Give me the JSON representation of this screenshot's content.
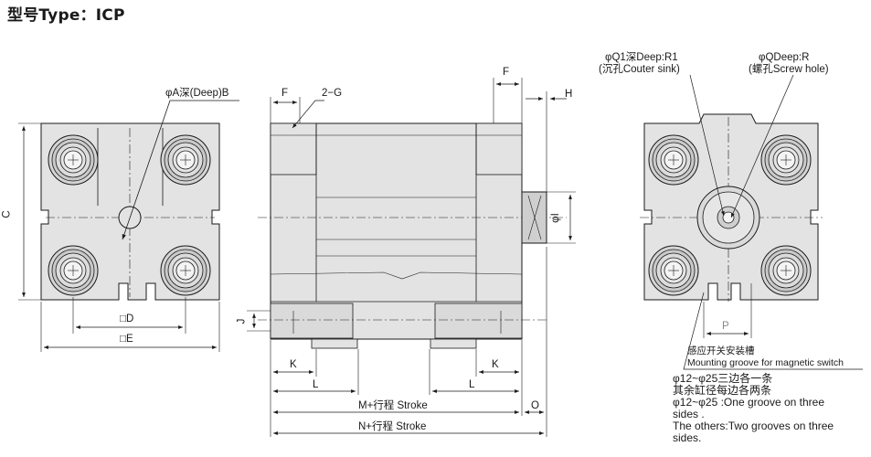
{
  "title": "型号Type：ICP",
  "front_view": {
    "depth_label": "φA深(Deep)B",
    "dim_c": "C",
    "dim_d": "□D",
    "dim_e": "□E"
  },
  "side_view": {
    "dim_f_left": "F",
    "dim_2g": "2−G",
    "dim_f_right": "F",
    "dim_h": "H",
    "dim_i": "φI",
    "dim_j": "J",
    "dim_k_left": "K",
    "dim_k_right": "K",
    "dim_l_left": "L",
    "dim_l_right": "L",
    "dim_m": "M+行程 Stroke",
    "dim_o": "O",
    "dim_n": "N+行程 Stroke"
  },
  "rear_view": {
    "q1_line1": "φQ1深Deep:R1",
    "q1_line2": "(沉孔Couter sink)",
    "q_line1": "φQDeep:R",
    "q_line2": "(螺孔Screw hole)",
    "dim_p": "P",
    "groove_cn": "感应开关安装槽",
    "groove_en": "Mounting groove for magnetic switch"
  },
  "notes": [
    "φ12~φ25三边各一条",
    "其余缸径每边各两条",
    "φ12~φ25 :One groove on three",
    "sides .",
    "The others:Two grooves on three",
    "sides."
  ],
  "colors": {
    "body_fill": "#e3e3e3",
    "line": "#1a1a1a",
    "background": "#ffffff"
  }
}
